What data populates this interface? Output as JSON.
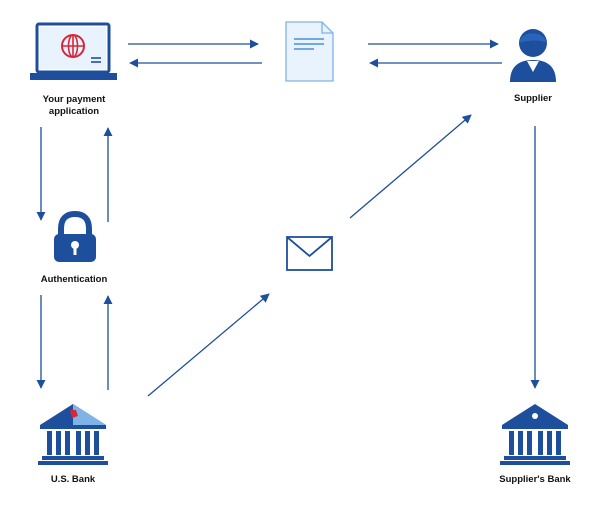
{
  "nodes": {
    "payment_app": {
      "label_line1": "Your payment",
      "label_line2": "application",
      "icon": "laptop-globe-icon"
    },
    "document": {
      "icon": "document-icon"
    },
    "supplier": {
      "label": "Supplier",
      "icon": "person-icon"
    },
    "authentication": {
      "label": "Authentication",
      "icon": "lock-icon"
    },
    "message": {
      "icon": "envelope-icon"
    },
    "us_bank": {
      "label": "U.S. Bank",
      "icon": "bank-icon"
    },
    "supplier_bank": {
      "label": "Supplier's Bank",
      "icon": "bank-icon"
    }
  },
  "colors": {
    "primary": "#1e4f9c",
    "light_blue": "#7fb3e6",
    "pale_blue": "#e9f3fd",
    "accent_red": "#d6273a",
    "label": "#111111"
  }
}
